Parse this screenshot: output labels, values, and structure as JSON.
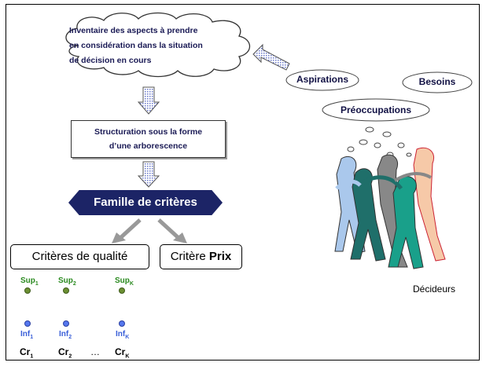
{
  "cloud": {
    "text_lines": [
      "Inventaire des aspects à prendre",
      "en considération dans la situation",
      "de décision en cours"
    ]
  },
  "structuration": {
    "line1": "Structuration sous la forme",
    "line2": "d’une arborescence"
  },
  "famille": {
    "label": "Famille de critères"
  },
  "criteres_qualite": {
    "label": "Critères de qualité"
  },
  "critere_prix": {
    "prefix": "Critère ",
    "bold": "Prix"
  },
  "criteria_columns": [
    {
      "sup": "Sup",
      "sup_sub": "1",
      "inf": "Inf",
      "inf_sub": "1",
      "cr": "Cr",
      "cr_sub": "1"
    },
    {
      "sup": "Sup",
      "sup_sub": "2",
      "inf": "Inf",
      "inf_sub": "2",
      "cr": "Cr",
      "cr_sub": "2"
    },
    {
      "sup": "Sup",
      "sup_sub": "K",
      "inf": "Inf",
      "inf_sub": "K",
      "cr": "Cr",
      "cr_sub": "K"
    }
  ],
  "ellipsis": "…",
  "thoughts": {
    "aspirations": "Aspirations",
    "besoins": "Besoins",
    "preoccupations": "Préoccupations"
  },
  "decideurs": "Décideurs",
  "colors": {
    "navy": "#1c2466",
    "sup_green": "#2a8a1f",
    "inf_blue": "#3a5fd8",
    "arrow_blue": "#6a78c8"
  }
}
